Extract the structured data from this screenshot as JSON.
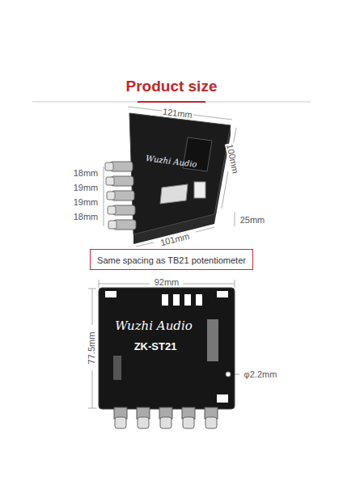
{
  "diagram": {
    "title": "Product size",
    "nodes": [
      {
        "text": [
          "Same spacing as TB21 potentiometer"
        ]
      }
    ],
    "labels": [
      "121mm",
      "100mm",
      "25mm",
      "Wuzhi Audio",
      "18mm",
      "19mm",
      "19mm",
      "18mm",
      "101mm",
      "92mm",
      "77.5mm",
      "Wuzhi Audio",
      "ZK-ST21",
      "φ2.2mm"
    ]
  }
}
